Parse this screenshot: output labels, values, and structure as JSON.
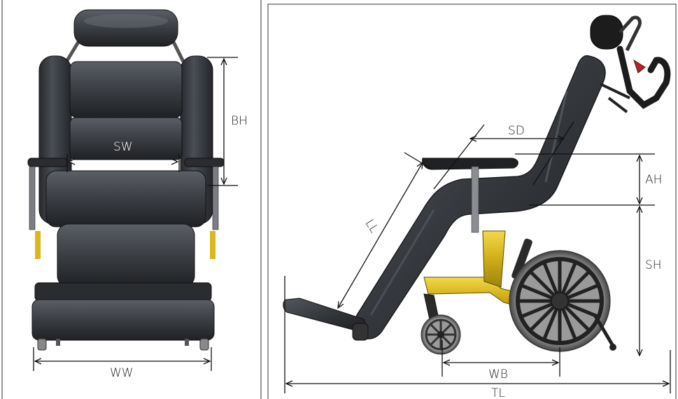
{
  "dimensions": {
    "front": {
      "bh": "BH",
      "sw": "SW",
      "ww": "WW"
    },
    "side": {
      "sd": "SD",
      "ah": "AH",
      "sh": "SH",
      "ll": "LL",
      "wb": "WB",
      "tl": "TL"
    }
  },
  "colors": {
    "upholstery": "#3a3d42",
    "frame_yellow": "#d8b81e",
    "tyre": "#8c8c8c",
    "handle": "#1c1c1c",
    "accent_red": "#b0242a"
  }
}
